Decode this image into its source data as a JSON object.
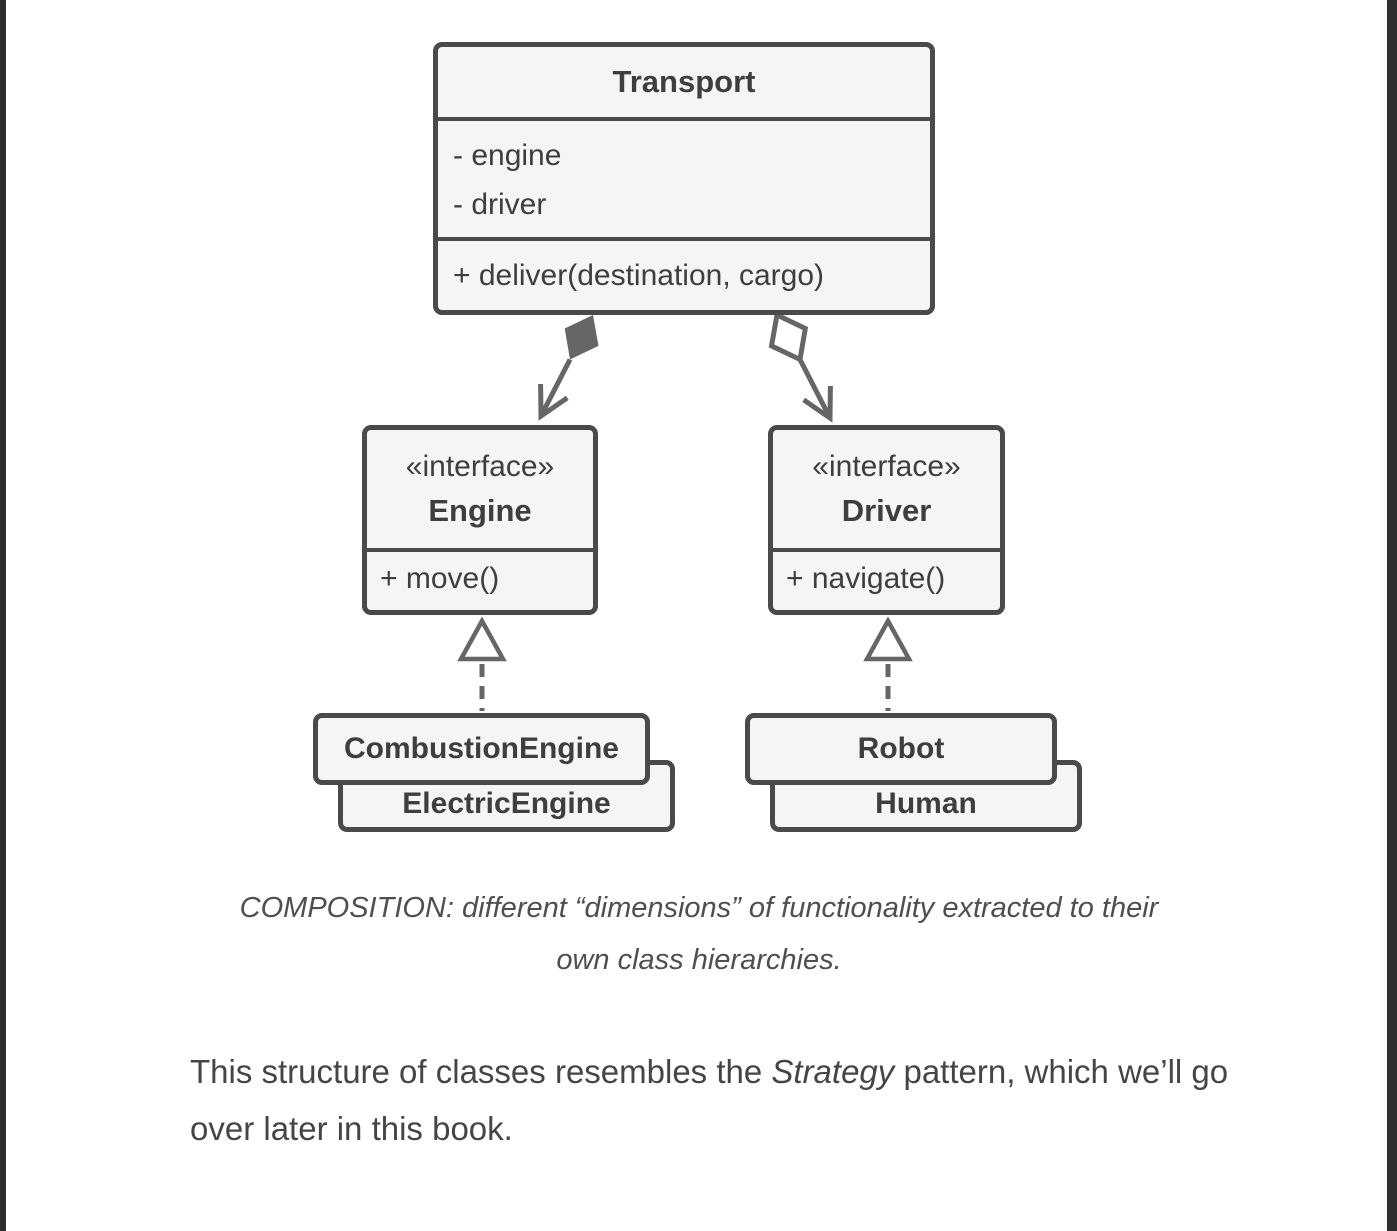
{
  "colors": {
    "page_background": "#ffffff",
    "edge_bar": "#2e2e2e",
    "box_fill": "#f5f5f5",
    "box_border": "#4a4a4a",
    "box_text": "#3e3e3e",
    "connector": "#666666",
    "caption_text": "#4f4f4f",
    "paragraph_text": "#454545"
  },
  "uml": {
    "transport": {
      "title": "Transport",
      "attributes": [
        "- engine",
        "- driver"
      ],
      "method": "+ deliver(destination, cargo)"
    },
    "engine": {
      "stereotype": "«interface»",
      "name": "Engine",
      "method": "+ move()"
    },
    "driver": {
      "stereotype": "«interface»",
      "name": "Driver",
      "method": "+ navigate()"
    },
    "engine_implementations": {
      "front": "CombustionEngine",
      "back": "ElectricEngine"
    },
    "driver_implementations": {
      "front": "Robot",
      "back": "Human"
    },
    "icons": {
      "left_connector": "filled-diamond-composition-arrow",
      "right_connector": "hollow-diamond-aggregation-arrow",
      "left_realization": "dashed-hollow-triangle-realization-arrow",
      "right_realization": "dashed-hollow-triangle-realization-arrow"
    }
  },
  "caption": {
    "line1": "COMPOSITION: different “dimensions” of functionality extracted to their",
    "line2": "own class hierarchies."
  },
  "paragraph": {
    "before": "This structure of classes resembles the ",
    "emphasis": "Strategy",
    "after": " pattern, which we’ll go over later in this book."
  }
}
